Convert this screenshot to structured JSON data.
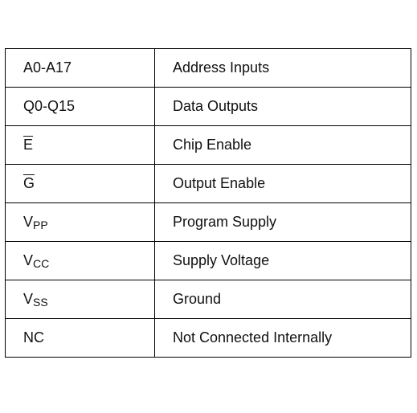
{
  "table": {
    "rows": [
      {
        "signal": "A0-A17",
        "description": "Address Inputs"
      },
      {
        "signal": "Q0-Q15",
        "description": "Data Outputs"
      },
      {
        "signal": "E",
        "overline": true,
        "description": "Chip Enable"
      },
      {
        "signal": "G",
        "overline": true,
        "description": "Output Enable"
      },
      {
        "signal": "V",
        "subscript": "PP",
        "description": "Program Supply"
      },
      {
        "signal": "V",
        "subscript": "CC",
        "description": "Supply Voltage"
      },
      {
        "signal": "V",
        "subscript": "SS",
        "description": "Ground"
      },
      {
        "signal": "NC",
        "description": "Not Connected Internally"
      }
    ]
  }
}
